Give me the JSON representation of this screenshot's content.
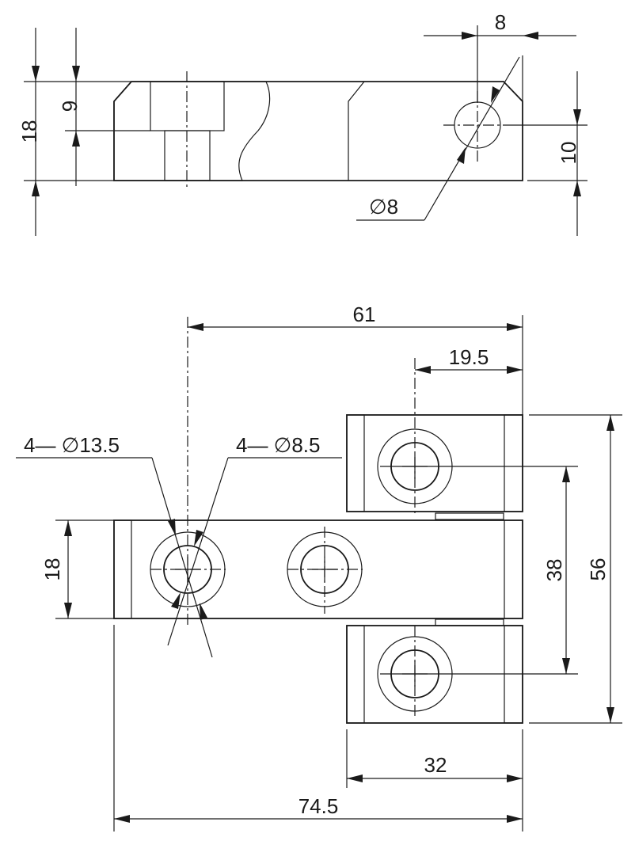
{
  "side_view": {
    "dim_8": "8",
    "dim_18": "18",
    "dim_9": "9",
    "dim_10": "10",
    "dim_dia8": "∅8"
  },
  "top_view": {
    "dim_61": "61",
    "dim_19_5": "19.5",
    "dim_hole_large": "4— ∅13.5",
    "dim_hole_small": "4— ∅8.5",
    "dim_18": "18",
    "dim_38": "38",
    "dim_56": "56",
    "dim_32": "32",
    "dim_74_5": "74.5"
  },
  "colors": {
    "line": "#1a1a1a",
    "body_light": "#f2f3f5",
    "body_mid": "#d9dce0",
    "end_cap": "#a3a6aa",
    "bore_dark": "#8e9296"
  }
}
